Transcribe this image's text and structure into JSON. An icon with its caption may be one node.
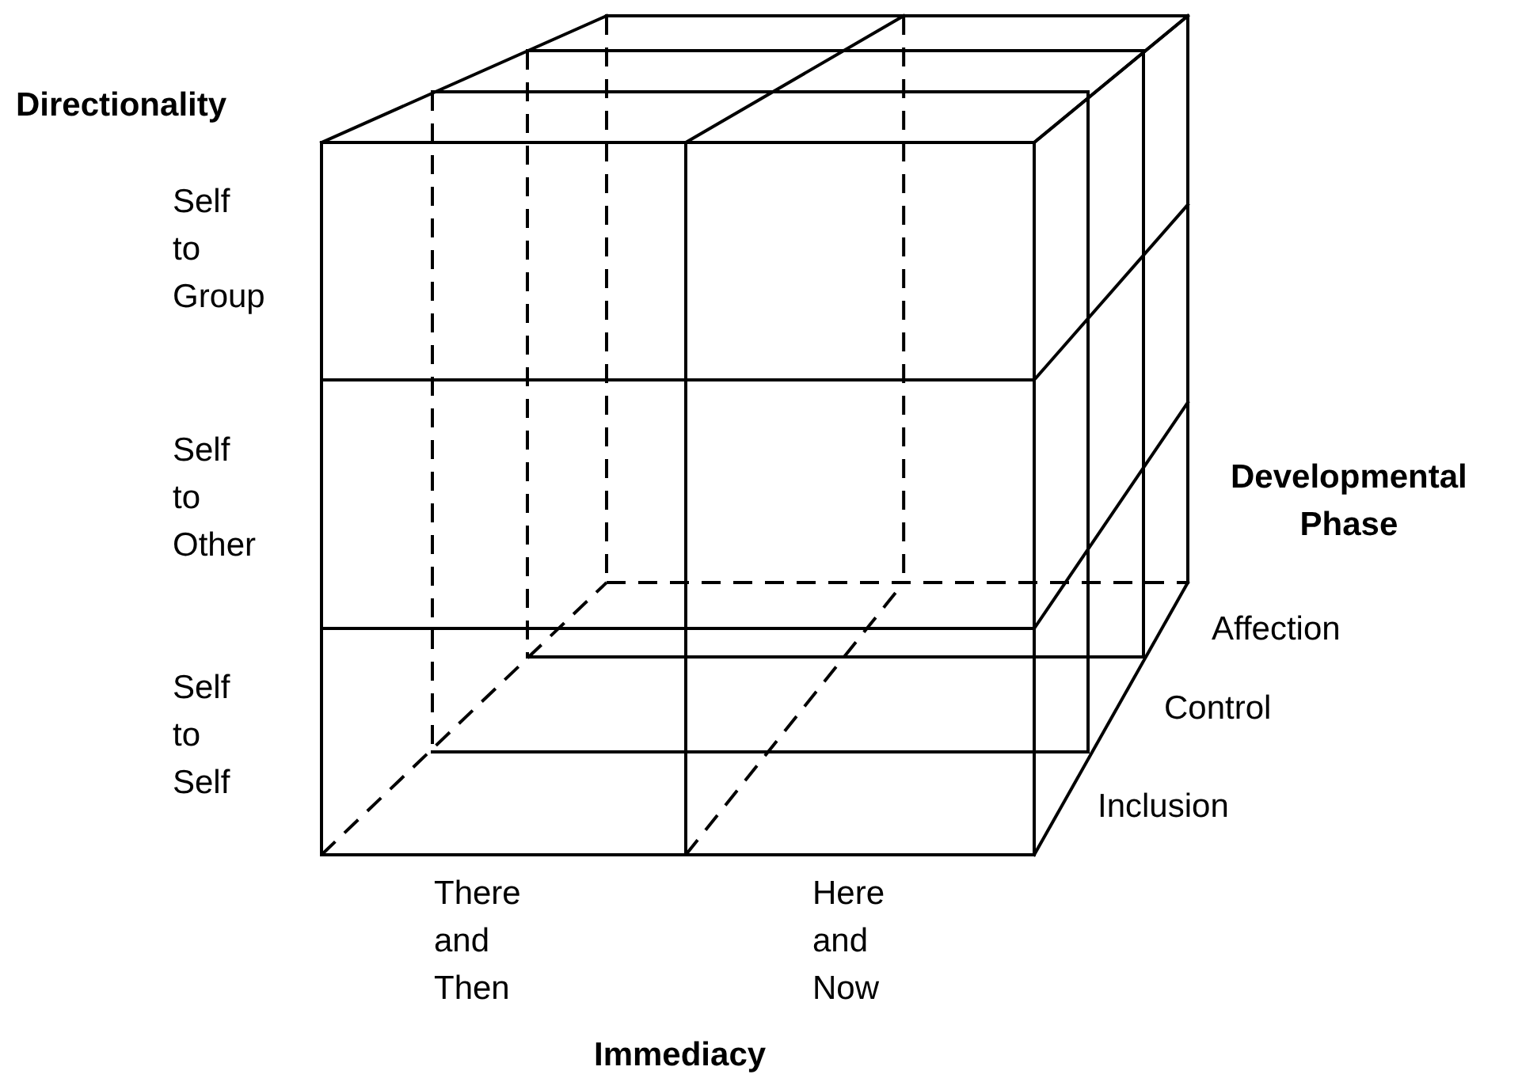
{
  "diagram": {
    "labels": [
      "Directionality",
      "Self to Group",
      "Developmental Phase",
      "Self to Other",
      "Affection",
      "Control",
      "Self to Self",
      "Inclusion",
      "There and Then",
      "Here and Now",
      "Immediacy"
    ]
  }
}
